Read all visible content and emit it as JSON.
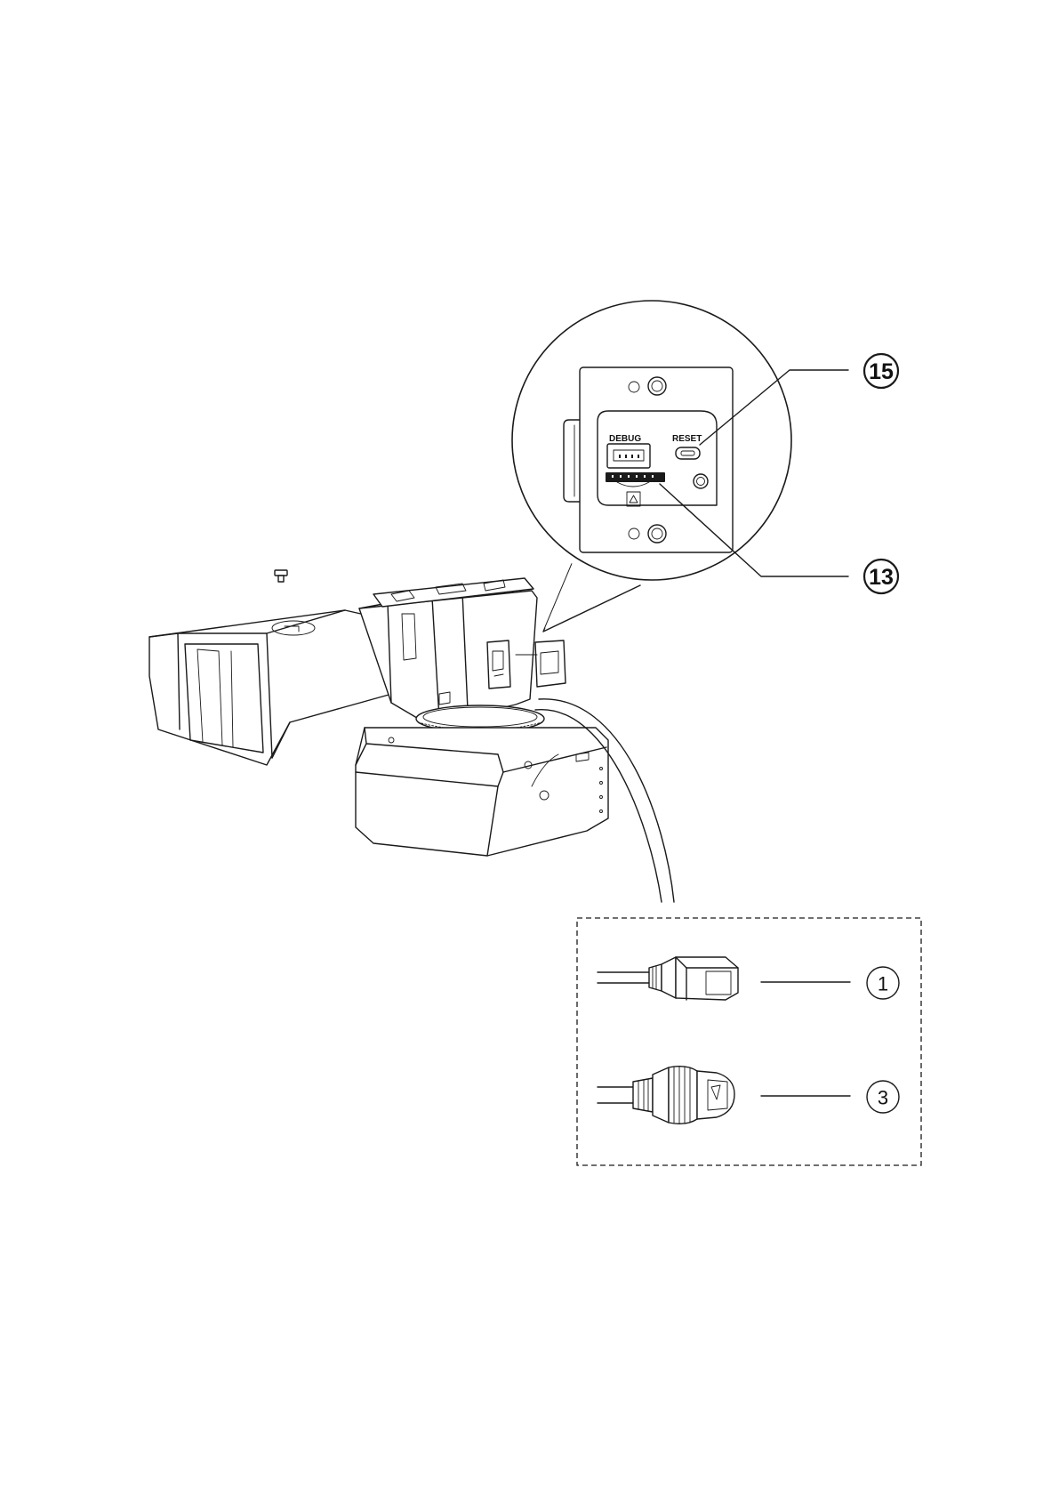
{
  "figure": {
    "zoom_panel": {
      "port_labels": {
        "debug": "DEBUG",
        "reset": "RESET"
      },
      "callouts": [
        {
          "number": "15",
          "target": "reset-button"
        },
        {
          "number": "13",
          "target": "micro-sd-slot"
        }
      ]
    },
    "cable_panel": {
      "callouts": [
        {
          "number": "1",
          "target": "dc-power-connector"
        },
        {
          "number": "3",
          "target": "network-rj45-connector"
        }
      ]
    }
  }
}
